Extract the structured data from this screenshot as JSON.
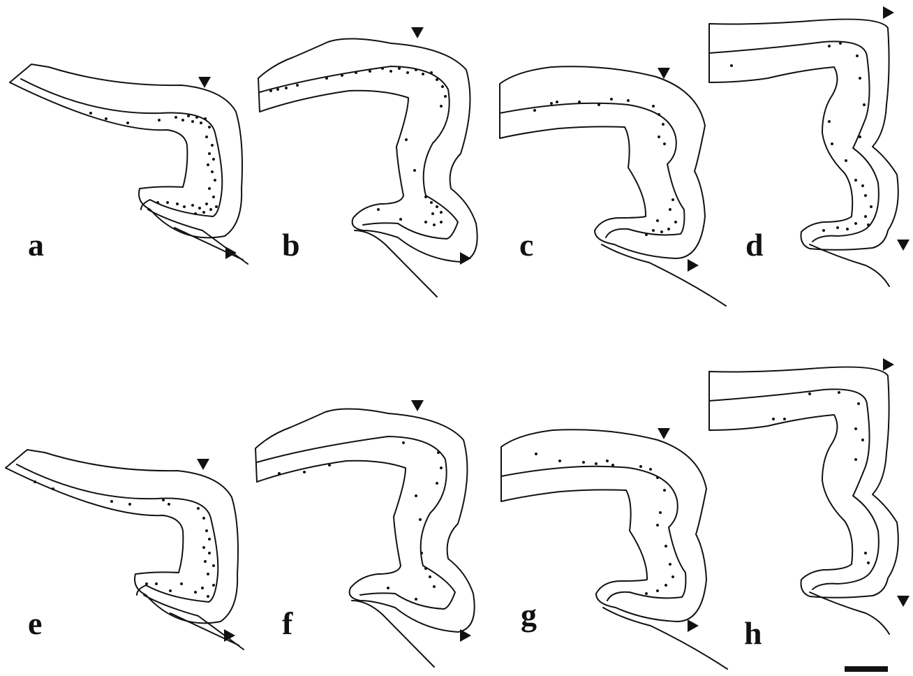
{
  "figure": {
    "panels": [
      {
        "id": "a",
        "label": "a",
        "cell_density": "high"
      },
      {
        "id": "b",
        "label": "b",
        "cell_density": "high"
      },
      {
        "id": "c",
        "label": "c",
        "cell_density": "medium"
      },
      {
        "id": "d",
        "label": "d",
        "cell_density": "medium"
      },
      {
        "id": "e",
        "label": "e",
        "cell_density": "medium"
      },
      {
        "id": "f",
        "label": "f",
        "cell_density": "low"
      },
      {
        "id": "g",
        "label": "g",
        "cell_density": "low"
      },
      {
        "id": "h",
        "label": "h",
        "cell_density": "very-low"
      }
    ],
    "scale_bar_label": "",
    "colors": {
      "ink": "#111111",
      "background": "#ffffff"
    }
  }
}
